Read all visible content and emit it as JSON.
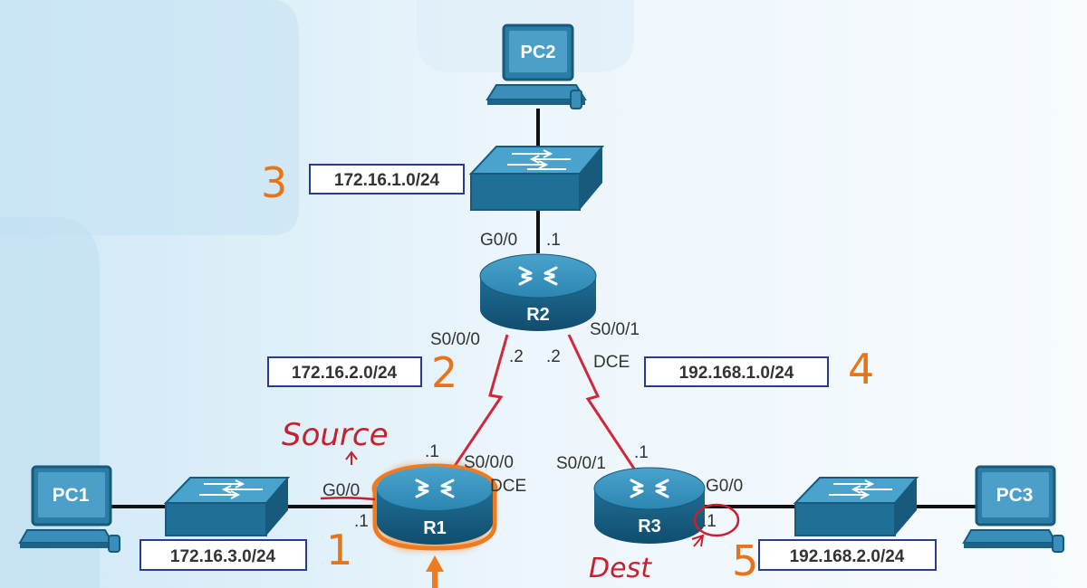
{
  "devices": {
    "pc1": "PC1",
    "pc2": "PC2",
    "pc3": "PC3",
    "r1": "R1",
    "r2": "R2",
    "r3": "R3"
  },
  "networks": {
    "lan_r2": "172.16.1.0/24",
    "wan_r1_r2": "172.16.2.0/24",
    "wan_r2_r3": "192.168.1.0/24",
    "lan_r1": "172.16.3.0/24",
    "lan_r3": "192.168.2.0/24"
  },
  "interfaces": {
    "r2_g00": "G0/0",
    "r2_g00_host": ".1",
    "r2_s000": "S0/0/0",
    "r2_s000_host": ".2",
    "r2_s001": "S0/0/1",
    "r2_s001_host": ".2",
    "r2_s001_dce": "DCE",
    "r1_s000": "S0/0/0",
    "r1_s000_host": ".1",
    "r1_s000_dce": "DCE",
    "r1_g00": "G0/0",
    "r1_g00_host": ".1",
    "r3_s001": "S0/0/1",
    "r3_s001_host": ".1",
    "r3_g00": "G0/0",
    "r3_g00_host": ".1"
  },
  "annotations": {
    "num1": "1",
    "num2": "2",
    "num3": "3",
    "num4": "4",
    "num5": "5",
    "source": "Source",
    "dest": "Dest"
  },
  "colors": {
    "device": "#2b7da6",
    "device_dark": "#175a7c",
    "serial_link": "#d0283a",
    "net_box_border": "#2a3a8c",
    "handwriting_orange": "#e8741a",
    "handwriting_red": "#c8202f",
    "r1_highlight": "#f07a1e"
  }
}
